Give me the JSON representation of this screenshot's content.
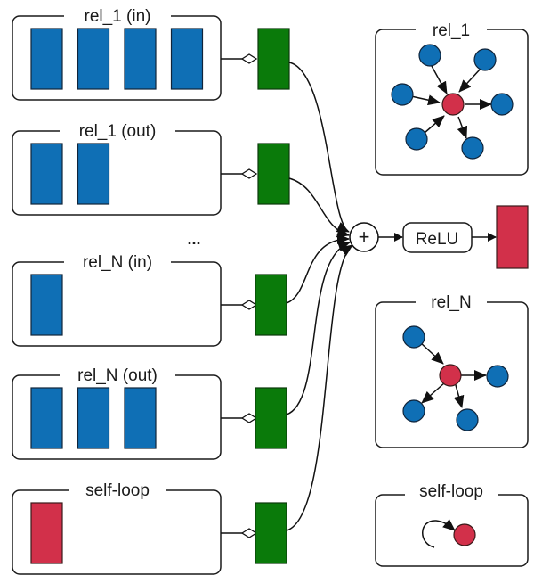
{
  "diagram": {
    "relation_groups": [
      {
        "label": "rel_1 (in)",
        "blocks": 4,
        "block_color": "#0f6fb5"
      },
      {
        "label": "rel_1 (out)",
        "blocks": 2,
        "block_color": "#0f6fb5"
      },
      {
        "label": "rel_N (in)",
        "blocks": 1,
        "block_color": "#0f6fb5"
      },
      {
        "label": "rel_N (out)",
        "blocks": 3,
        "block_color": "#0f6fb5"
      },
      {
        "label": "self-loop",
        "blocks": 1,
        "block_color": "#d2304a"
      }
    ],
    "ellipsis": "...",
    "sum_symbol": "+",
    "activation_label": "ReLU",
    "output_color": "#d2304a",
    "transform_color": "#0a7a0a",
    "graph_panels": [
      {
        "label": "rel_1",
        "edges": [
          "in",
          "in",
          "in",
          "out",
          "in",
          "out"
        ]
      },
      {
        "label": "rel_N",
        "edges": [
          "in",
          "out",
          "out",
          "out"
        ]
      },
      {
        "label": "self-loop",
        "edges": [
          "self"
        ]
      }
    ]
  }
}
